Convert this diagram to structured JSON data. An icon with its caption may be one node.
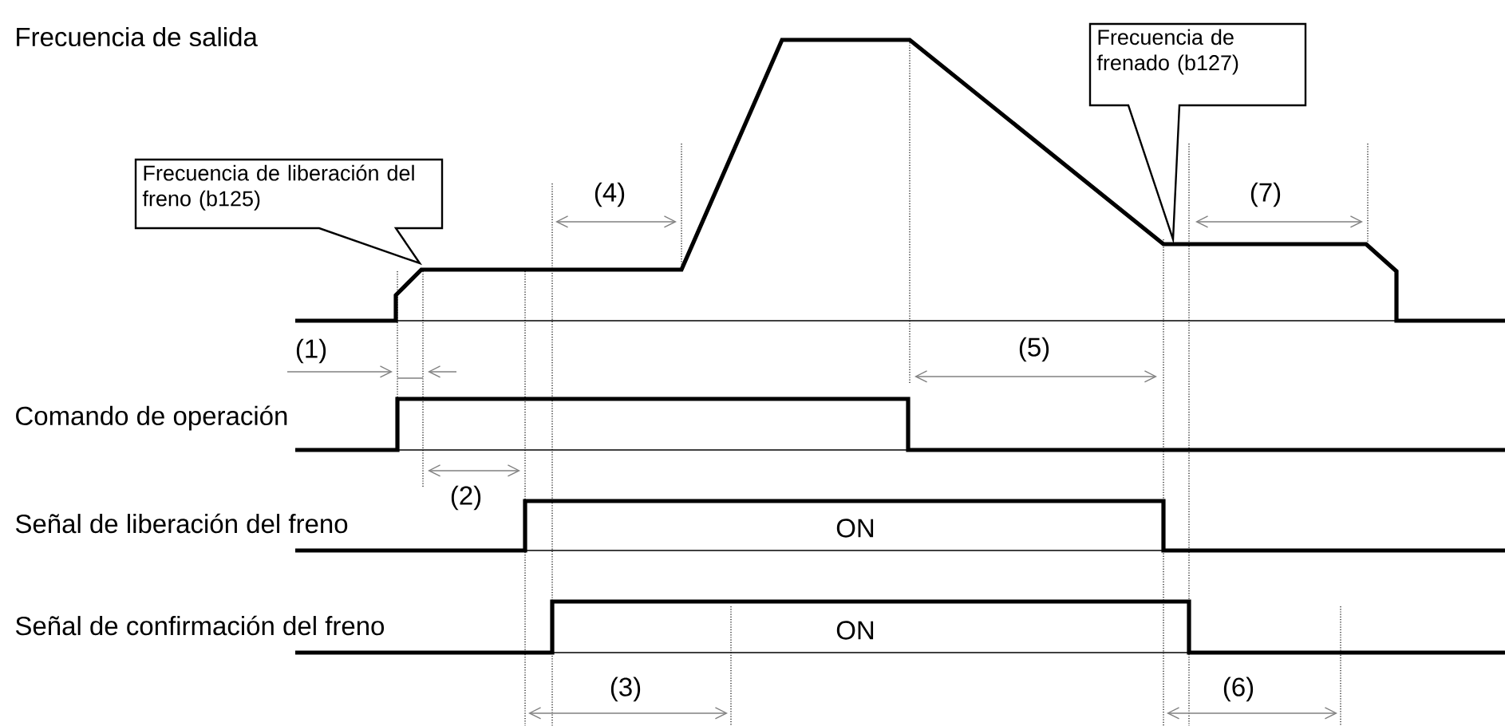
{
  "diagram": {
    "nodes": [
      {
        "text": [
          "Frecuencia de liberación del freno (b125)"
        ]
      },
      {
        "text": [
          "Frecuencia de frenado (b127)"
        ]
      }
    ],
    "labels": [
      "Frecuencia de salida",
      "(4)",
      "(7)",
      "(1)",
      "(5)",
      "Comando de operación",
      "(2)",
      "Señal de liberación del freno",
      "ON",
      "Señal de confirmación del freno",
      "ON",
      "(3)",
      "(6)"
    ]
  }
}
